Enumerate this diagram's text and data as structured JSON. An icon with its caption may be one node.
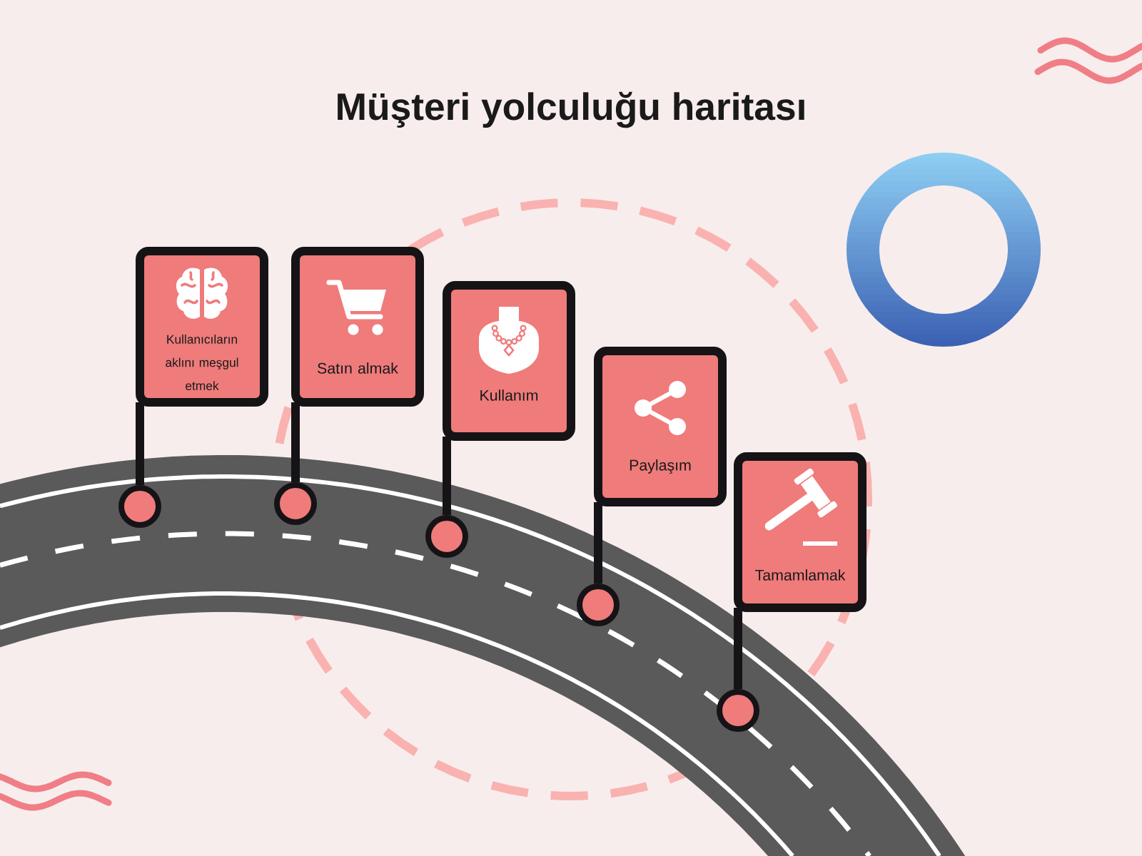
{
  "diagram": {
    "title": "Müşteri yolculuğu haritası",
    "nodes": [
      {
        "text": [
          "Kullanıcıların aklını meşgul etmek"
        ]
      },
      {
        "text": [
          "Satın almak"
        ]
      },
      {
        "text": [
          "Kullanım"
        ]
      },
      {
        "text": [
          "Paylaşım"
        ]
      },
      {
        "text": [
          "Tamamlamak"
        ]
      },
      {
        "text": [],
        "shape": "circle"
      },
      {
        "text": [],
        "shape": "circle"
      },
      {
        "text": [],
        "shape": "circle"
      },
      {
        "text": [],
        "shape": "circle"
      },
      {
        "text": [],
        "shape": "circle"
      }
    ],
    "edges": [
      {
        "from": 0,
        "to": 5,
        "arrow": "none"
      },
      {
        "from": 1,
        "to": 6,
        "arrow": "none"
      },
      {
        "from": 2,
        "to": 7,
        "arrow": "none"
      },
      {
        "from": 3,
        "to": 8,
        "arrow": "none"
      },
      {
        "from": 4,
        "to": 9,
        "arrow": "none"
      }
    ]
  }
}
